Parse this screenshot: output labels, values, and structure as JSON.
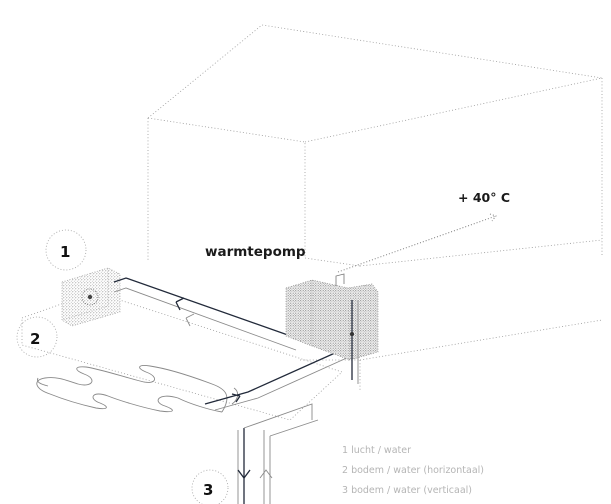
{
  "labels": {
    "marker_1": "1",
    "marker_2": "2",
    "marker_3": "3",
    "heat_pump": "warmtepomp",
    "temperature": "+ 40° C"
  },
  "legend": [
    "1 lucht / water",
    "2 bodem / water (horizontaal)",
    "3 bodem / water (verticaal)"
  ],
  "colors": {
    "pipe": "#222a3a",
    "stipple": "#9a9a9a",
    "legend_text": "#b5b5b5"
  }
}
